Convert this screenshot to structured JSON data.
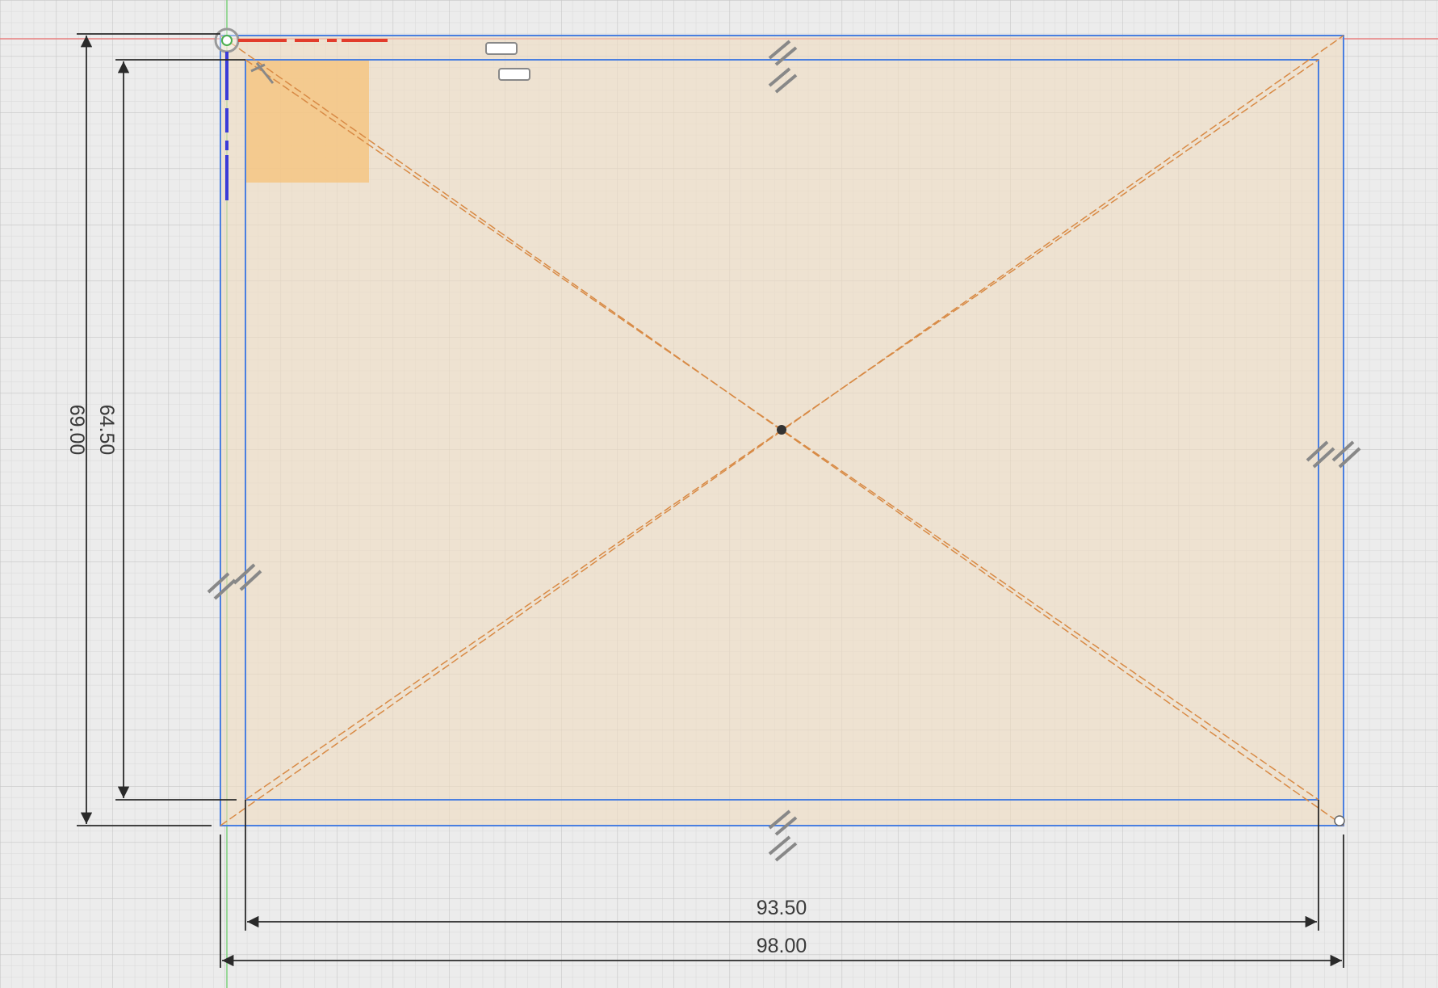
{
  "app": {
    "view": "sketch-canvas",
    "tool_state": "sketch"
  },
  "colors": {
    "background": "#ececec",
    "grid_minor": "#d7d7d7",
    "grid_major": "#c4c4c4",
    "sketch_line": "#4a7fe0",
    "profile_fill": "#f0dcc0",
    "construction": "#d88a45",
    "selection_fill": "#f5c47e",
    "x_axis": "#e04545",
    "y_axis": "#6cc46c",
    "dimension": "#2a2a2a"
  },
  "dimensions": {
    "outer_height": "69.00",
    "inner_height": "64.50",
    "inner_width": "93.50",
    "outer_width": "98.00"
  },
  "constraints": {
    "parallel_icon": "parallel-constraint-icon",
    "horizontal_icon": "horizontal-constraint-icon",
    "origin_icon": "origin-icon",
    "midpoint_icon": "center-point-icon"
  }
}
